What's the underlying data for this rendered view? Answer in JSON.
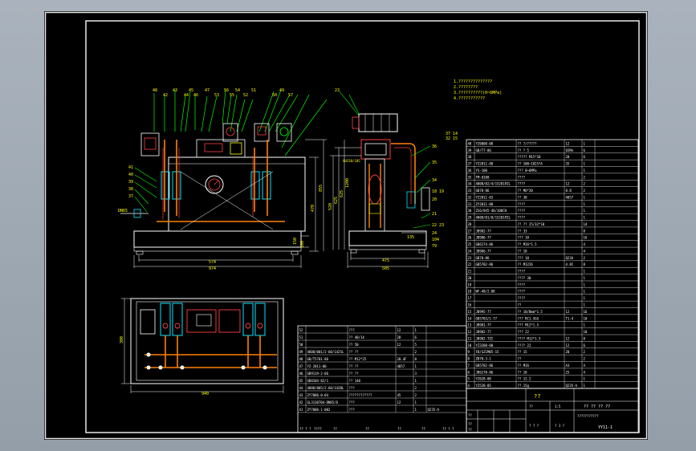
{
  "drawing": {
    "note_lines": [
      "1.??????????????",
      "2.????????",
      "3.??????????(0~6MPa)",
      "4.???????????"
    ],
    "top_callouts": [
      "48",
      "42",
      "43",
      "44",
      "45",
      "46",
      "47",
      "53",
      "56",
      "55",
      "54",
      "52",
      "51",
      "50",
      "49",
      "57"
    ],
    "dim_front": [
      "574",
      "974",
      "150",
      "100",
      "470",
      "855"
    ],
    "dim_side": [
      "475",
      "505",
      "135",
      "625",
      "625",
      "520",
      "1200",
      "GH210/105"
    ],
    "dim_plan": [
      "300",
      "940"
    ],
    "bom_bottom": [
      [
        "52",
        "",
        "???",
        "12",
        "1",
        ""
      ],
      [
        "51",
        "",
        "?? 40/14",
        "28",
        "6",
        ""
      ],
      [
        "50",
        "",
        "?? 50",
        "12",
        "5",
        ""
      ],
      [
        "49",
        "4808/001/2-60/1425L",
        "?? ??",
        "",
        "2",
        ""
      ],
      [
        "48",
        "GB/T5781-86",
        "?? M12*25",
        "20.4F",
        "8",
        ""
      ],
      [
        "47",
        "YZ-2011-00",
        "?? ??",
        "4057",
        "1",
        ""
      ],
      [
        "46",
        "GB9119-2-86",
        "?? ??",
        "",
        "3",
        ""
      ],
      [
        "45",
        "GB8104-82/1",
        "?? 140",
        "",
        "1",
        ""
      ],
      [
        "44",
        "480D/005/2-60/142BL",
        "???",
        "",
        "2",
        ""
      ],
      [
        "43",
        "ZY7006-0-04",
        "????????????",
        "45",
        "2",
        ""
      ],
      [
        "42",
        "GL3130704-DN65/6",
        "???",
        "12",
        "1",
        ""
      ],
      [
        "41",
        "ZY7006-1-002",
        "???",
        "",
        "1",
        "Q235-A"
      ]
    ],
    "bom_bottom_title": [
      "?? ? ?",
      "????",
      "??",
      "??",
      "??",
      "??",
      "?? ? ?"
    ],
    "bom_right": [
      [
        "40",
        "YZ6008-00",
        "?? ?/?????",
        "12",
        "1",
        ""
      ],
      [
        "39",
        "GB/T7-86",
        "?? ? 5",
        "65Mn",
        "6",
        ""
      ],
      [
        "38",
        "",
        "????? M15*10",
        "20",
        "6",
        ""
      ],
      [
        "37",
        "YZ2011-00",
        "?? 100~1025?A",
        "35",
        "1",
        ""
      ],
      [
        "36",
        "YS-100",
        "??? 0~6MPa",
        "",
        "1",
        ""
      ],
      [
        "35",
        "FM-0100",
        "????",
        "",
        "2",
        ""
      ],
      [
        "34",
        "4808/02/4/15201PZL",
        "????",
        "12",
        "2",
        ""
      ],
      [
        "33",
        "GB70-86",
        "?? M6*20",
        "8.8",
        "2",
        ""
      ],
      [
        "32",
        "YZ2011-03",
        "?? 30",
        "4057",
        "1",
        ""
      ],
      [
        "31",
        "ZY2011-00",
        "????",
        "",
        "1",
        ""
      ],
      [
        "30",
        "ZS6/045-48/100CH",
        "????",
        "",
        "1",
        ""
      ],
      [
        "29",
        "4808/01/0/15201PZL",
        "????",
        "",
        "1",
        ""
      ],
      [
        "28",
        "",
        "?? ?? 25/32*10",
        "",
        "14",
        ""
      ],
      [
        "27",
        "JB982-77",
        "?? 33",
        "",
        "8",
        ""
      ],
      [
        "26",
        "JB986-77",
        "??? 10",
        "",
        "16",
        ""
      ],
      [
        "25",
        "GB6174-86",
        "?? M16*1.5",
        "",
        "4",
        ""
      ],
      [
        "24",
        "JB966-77",
        "?? 18",
        "",
        "4",
        ""
      ],
      [
        "23",
        "GB70-86",
        "??? 10",
        "Q23A",
        "2",
        ""
      ],
      [
        "22",
        "GB5782-86",
        "?? M1226",
        "4.8I",
        "8",
        ""
      ],
      [
        "21",
        "",
        "????",
        "",
        "1",
        ""
      ],
      [
        "20",
        "",
        "???? 30",
        "",
        "1",
        ""
      ],
      [
        "19",
        "",
        "????",
        "",
        "1",
        ""
      ],
      [
        "18",
        "WF-48/2.08",
        "????",
        "",
        "1",
        ""
      ],
      [
        "17",
        "",
        "????",
        "",
        "1",
        ""
      ],
      [
        "16",
        "",
        "??",
        "",
        "1",
        ""
      ],
      [
        "15",
        "JB995-77",
        "?? 18/Bmm*1.5",
        "12",
        "16",
        ""
      ],
      [
        "14",
        "GB5783/1-77",
        "??? RC1.5GG",
        "T1-4",
        "10",
        ""
      ],
      [
        "13",
        "JB981-77",
        "??? M12*1.5",
        "",
        "1",
        ""
      ],
      [
        "12",
        "JB982-77",
        "??? 22",
        "",
        "10",
        ""
      ],
      [
        "11",
        "JB982-TZI",
        "???? M12*1.5",
        "12",
        "8",
        ""
      ],
      [
        "10",
        "YZ3208-00",
        "???? 22",
        "12",
        "6",
        ""
      ],
      [
        "9",
        "FB/SZ1M05-15",
        "?? 15",
        "20",
        "2",
        ""
      ],
      [
        "8",
        "ZB70-3-1",
        "??",
        "",
        "2",
        ""
      ],
      [
        "7",
        "GB5782-86",
        "?? M16",
        "A3",
        "4",
        ""
      ],
      [
        "6",
        "JB6170-86",
        "?? 18",
        "25",
        "4",
        ""
      ],
      [
        "5",
        "YZ628-00",
        "?? 12.2",
        "",
        "1",
        ""
      ],
      [
        "4",
        "YZ528-05",
        "?? 15g",
        "Q235-A",
        "1",
        ""
      ]
    ],
    "title_block": {
      "name": "??",
      "company": "?? ?? ?? ??",
      "drawing_name": "???????????",
      "scale_label": "??",
      "scale": "1:5",
      "sheet_label": "? ? ?",
      "sheet": "? 1 ?",
      "code": "YY11-1",
      "sig_labels": [
        "??",
        "??",
        "??"
      ]
    }
  }
}
